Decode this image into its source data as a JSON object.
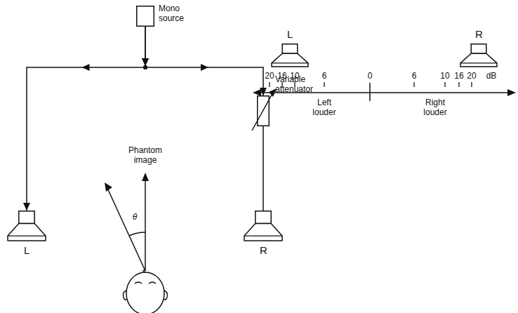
{
  "diagram": {
    "nodes": [
      {
        "text": [
          "Mono source"
        ]
      },
      {
        "text": [
          "Variable attenuator"
        ]
      },
      {
        "text": [
          "L"
        ]
      },
      {
        "text": [
          "R"
        ]
      },
      {
        "text": [
          "L"
        ]
      },
      {
        "text": [
          "R"
        ]
      }
    ],
    "edges": [
      {
        "from": 0,
        "to": 2,
        "arrow": "to"
      },
      {
        "from": 0,
        "to": 1,
        "arrow": "to"
      },
      {
        "from": 1,
        "to": 3,
        "arrow": "none"
      }
    ],
    "labels": [
      "Phantom image",
      "θ",
      "20",
      "16",
      "10",
      "6",
      "0",
      "6",
      "10",
      "16",
      "20",
      "dB",
      "Left louder",
      "Right louder"
    ]
  }
}
